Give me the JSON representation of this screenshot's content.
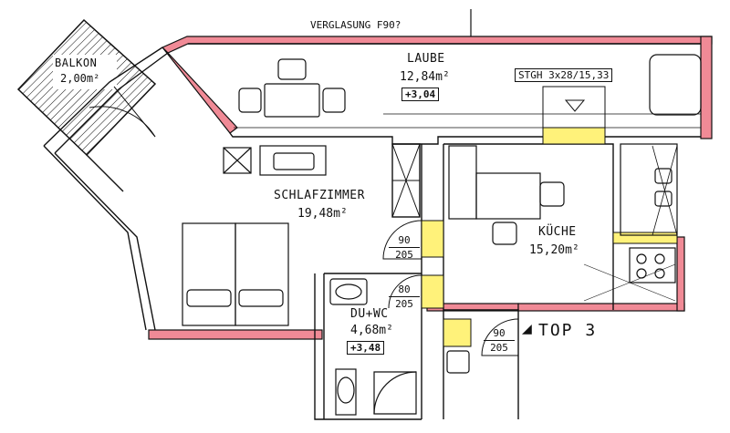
{
  "header": {
    "glazing_note": "VERGLASUNG F90?"
  },
  "rooms": [
    {
      "name": "BALKON",
      "area": "2,00m²"
    },
    {
      "name": "LAUBE",
      "area": "12,84m²",
      "level": "+3,04"
    },
    {
      "name": "SCHLAFZIMMER",
      "area": "19,48m²"
    },
    {
      "name": "KÜCHE",
      "area": "15,20m²"
    },
    {
      "name": "DU+WC",
      "area": "4,68m²",
      "level": "+3,48"
    }
  ],
  "stair": {
    "label": "STGH 3x28/15,33"
  },
  "doors": [
    {
      "width": "90",
      "height": "205"
    },
    {
      "width": "80",
      "height": "205"
    },
    {
      "width": "90",
      "height": "205"
    }
  ],
  "unit": {
    "label": "TOP 3"
  },
  "colors": {
    "wall_fill": "#f08a96",
    "wall_stroke": "#111111",
    "highlight": "#fff27a",
    "line": "#111111"
  }
}
